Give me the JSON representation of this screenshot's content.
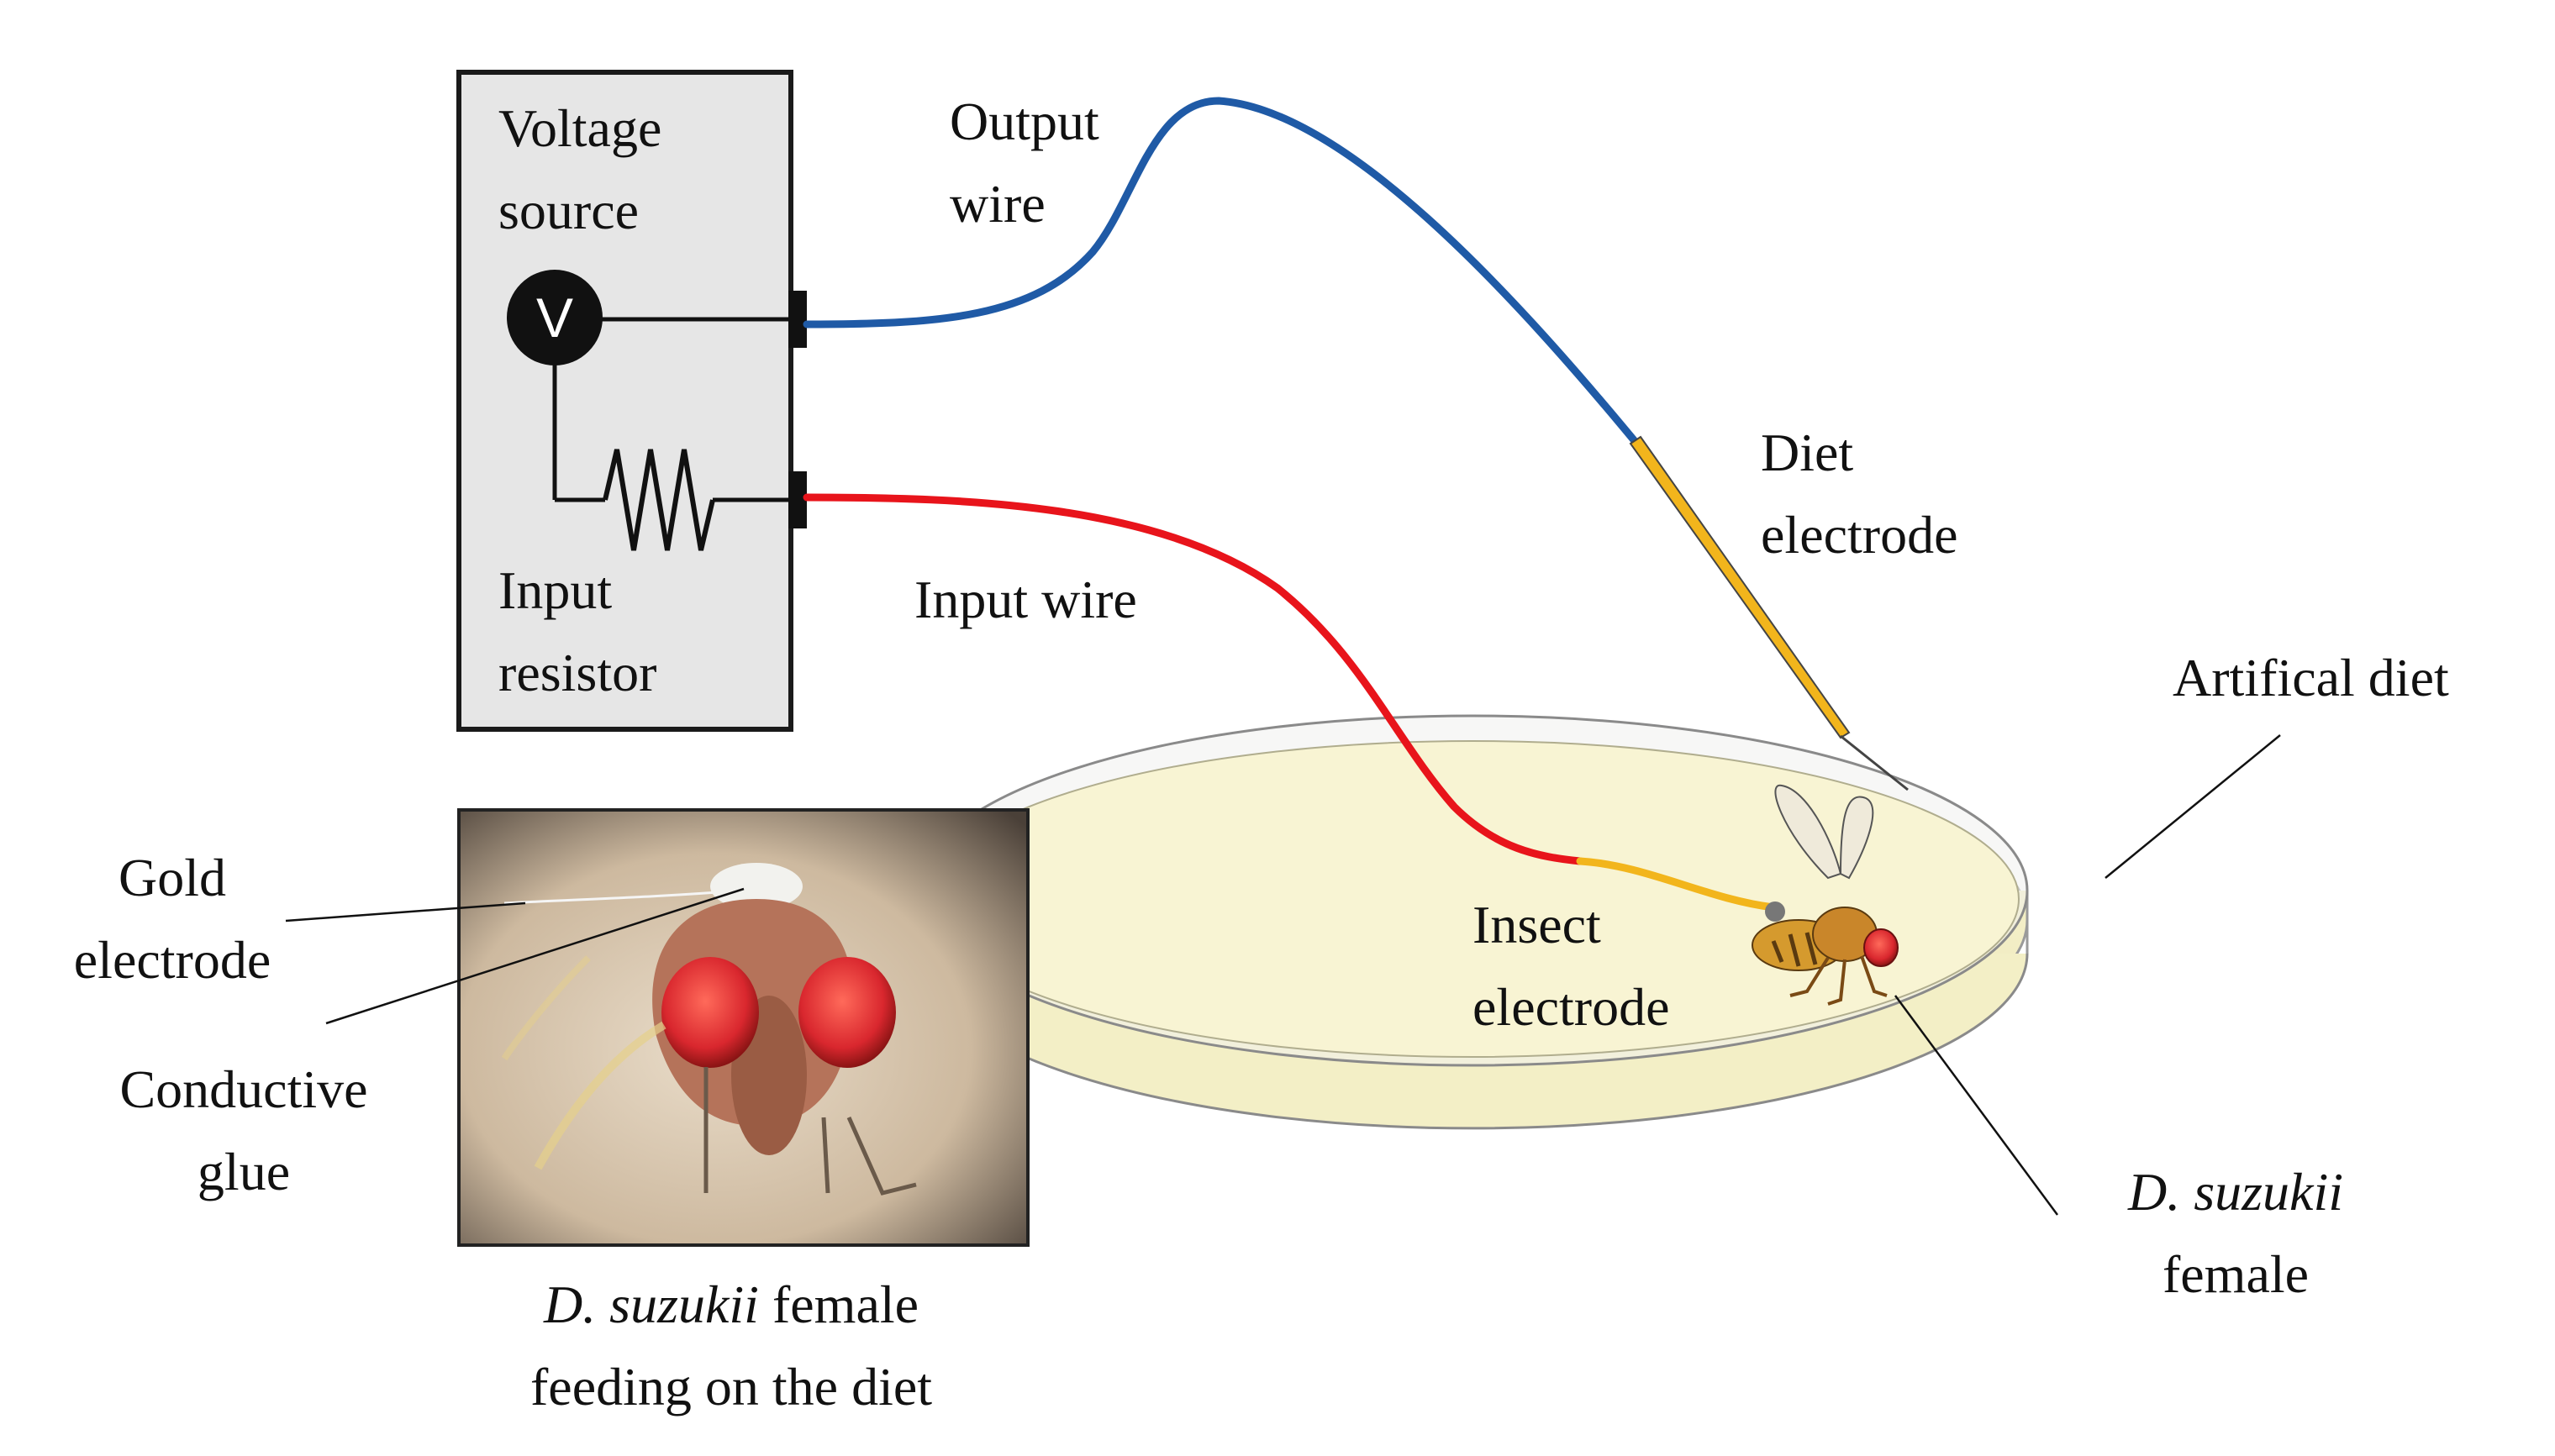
{
  "labels": {
    "voltage_source": [
      "Voltage",
      "source"
    ],
    "voltmeter_symbol": "V",
    "input_resistor": [
      "Input",
      "resistor"
    ],
    "output_wire": [
      "Output",
      "wire"
    ],
    "input_wire": "Input wire",
    "diet_electrode": [
      "Diet",
      "electrode"
    ],
    "artificial_diet": "Artifical diet",
    "insect_electrode": [
      "Insect",
      "electrode"
    ],
    "fly_species_italic": "D. suzukii",
    "fly_sex": "female",
    "gold_electrode": [
      "Gold",
      "electrode"
    ],
    "conductive_glue": [
      "Conductive",
      "glue"
    ],
    "photo_caption_line1_rest": " female",
    "photo_caption_line2": "feeding on the diet"
  },
  "colors": {
    "output_wire": "#1f5aa6",
    "input_wire": "#e8141b",
    "electrode_gold": "#f2b51c",
    "source_box_fill": "#e6e6e6",
    "diet_fill": "#f6f2c8",
    "fly_eye": "#d9272e"
  }
}
